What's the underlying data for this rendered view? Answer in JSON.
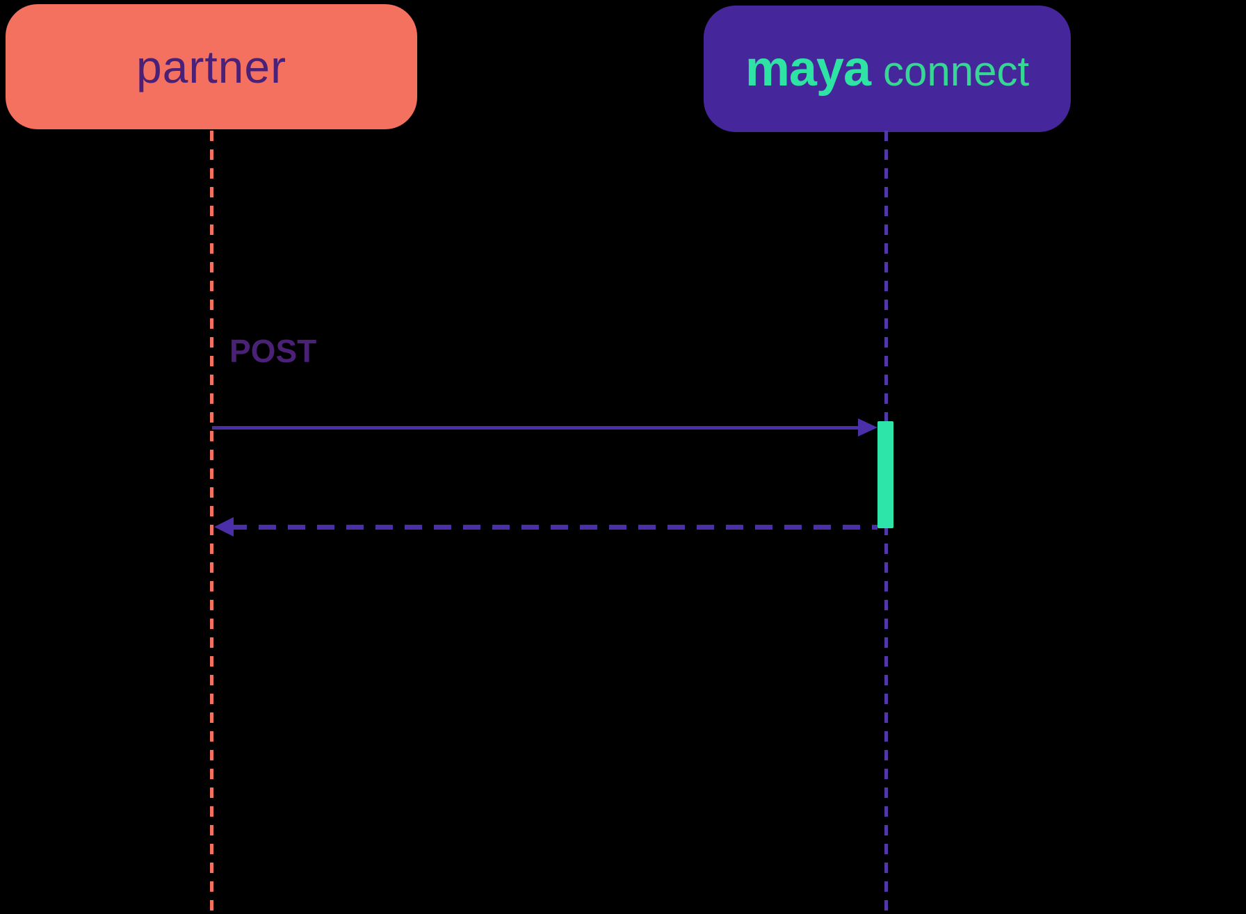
{
  "colors": {
    "background": "#000000",
    "partner_box": "#F4705F",
    "partner_text": "#4B2178",
    "maya_box": "#46279B",
    "maya_brand": "#2FE3A5",
    "maya_product": "#35D793",
    "lifeline_purple": "#5438A8",
    "arrow": "#4B2FA9",
    "activation": "#2EE5A9"
  },
  "diagram": {
    "type": "sequence",
    "actors": {
      "partner": {
        "label": "partner"
      },
      "maya": {
        "brand": "maya",
        "product": "connect"
      }
    },
    "messages": {
      "request": {
        "label": "POST",
        "style": "solid",
        "from": "partner",
        "to": "maya"
      },
      "response": {
        "label": "",
        "style": "dashed",
        "from": "maya",
        "to": "partner"
      }
    }
  }
}
